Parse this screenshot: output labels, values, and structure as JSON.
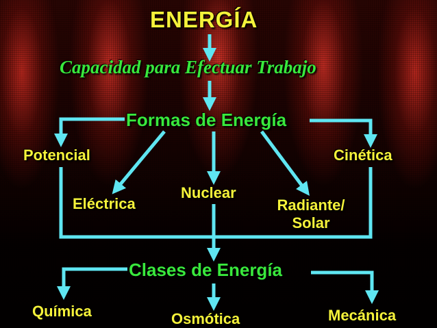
{
  "diagram": {
    "title": "ENERGÍA",
    "definition": "Capacidad para Efectuar Trabajo",
    "forms": {
      "heading": "Formas de Energía",
      "items": {
        "potencial": "Potencial",
        "cinetica": "Cinética",
        "electrica": "Eléctrica",
        "nuclear": "Nuclear",
        "radiante_line1": "Radiante/",
        "radiante_line2": "Solar"
      }
    },
    "classes": {
      "heading": "Clases de Energía",
      "items": {
        "quimica": "Química",
        "osmotica": "Osmótica",
        "mecanica": "Mecánica"
      }
    }
  },
  "colors": {
    "title_text": "#f5f23a",
    "heading_text": "#39e83c",
    "arrow": "#5fe6f2",
    "background": "#1a0202"
  }
}
